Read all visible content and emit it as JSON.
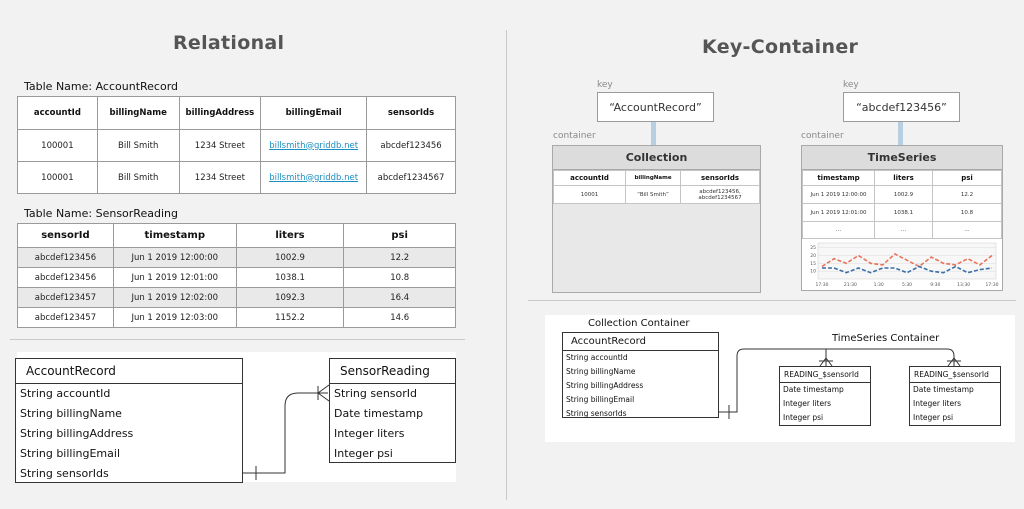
{
  "relational": {
    "title": "Relational",
    "account_caption": "Table Name: AccountRecord",
    "account_table": {
      "headers": [
        "accountId",
        "billingName",
        "billingAddress",
        "billingEmail",
        "sensorIds"
      ],
      "rows": [
        [
          "100001",
          "Bill Smith",
          "1234 Street",
          "billsmith@griddb.net",
          "abcdef123456"
        ],
        [
          "100001",
          "Bill Smith",
          "1234 Street",
          "billsmith@griddb.net",
          "abcdef1234567"
        ]
      ]
    },
    "sensor_caption": "Table Name: SensorReading",
    "sensor_table": {
      "headers": [
        "sensorId",
        "timestamp",
        "liters",
        "psi"
      ],
      "rows": [
        [
          "abcdef123456",
          "Jun 1 2019 12:00:00",
          "1002.9",
          "12.2"
        ],
        [
          "abcdef123456",
          "Jun 1 2019 12:01:00",
          "1038.1",
          "10.8"
        ],
        [
          "abcdef123457",
          "Jun 1 2019 12:02:00",
          "1092.3",
          "16.4"
        ],
        [
          "abcdef123457",
          "Jun 1 2019 12:03:00",
          "1152.2",
          "14.6"
        ]
      ]
    },
    "erd": {
      "account": {
        "name": "AccountRecord",
        "fields": [
          "String accountId",
          "String billingName",
          "String billingAddress",
          "String billingEmail",
          "String sensorIds"
        ]
      },
      "sensor": {
        "name": "SensorReading",
        "fields": [
          "String sensorId",
          "Date timestamp",
          "Integer liters",
          "Integer psi"
        ]
      }
    }
  },
  "keycontainer": {
    "title": "Key-Container",
    "key_label": "key",
    "container_label": "container",
    "collection": {
      "key": "“AccountRecord”",
      "title": "Collection",
      "headers": [
        "accountId",
        "billingName",
        "sensorIds"
      ],
      "rows": [
        [
          "10001",
          "“Bill Smith”",
          "abcdef123456, abcdef1234567"
        ]
      ]
    },
    "timeseries": {
      "key": "“abcdef123456”",
      "title": "TimeSeries",
      "headers": [
        "timestamp",
        "liters",
        "psi"
      ],
      "rows": [
        [
          "Jun 1 2019 12:00:00",
          "1002.9",
          "12.2"
        ],
        [
          "Jun 1 2019 12:01:00",
          "1038.1",
          "10.8"
        ],
        [
          "...",
          "...",
          "..."
        ]
      ],
      "chart_data": {
        "type": "line",
        "title": "",
        "xlabel": "",
        "ylabel": "",
        "x": [
          "17:30",
          "21:30",
          "1:30",
          "5:30",
          "9:30",
          "13:30",
          "17:30"
        ],
        "yticks": [
          10,
          15,
          20,
          25
        ],
        "ylim": [
          5,
          28
        ],
        "series": [
          {
            "color": "#e8735a",
            "values": [
              13,
              18,
              15,
              20,
              15,
              14,
              21,
              17,
              13,
              19,
              15,
              14,
              18,
              14,
              20
            ]
          },
          {
            "color": "#3b6fa6",
            "values": [
              12,
              12,
              9,
              12,
              9,
              12,
              12,
              9,
              13,
              10,
              9,
              13,
              9,
              11,
              12
            ]
          }
        ]
      }
    },
    "containers": {
      "collection_title": "Collection Container",
      "timeseries_title": "TimeSeries Container",
      "account": {
        "name": "AccountRecord",
        "fields": [
          "String accountId",
          "String billingName",
          "String billingAddress",
          "String billingEmail",
          "String sensorIds"
        ]
      },
      "reading1": {
        "name": "READING_$sensorId",
        "fields": [
          "Date timestamp",
          "Integer liters",
          "Integer psi"
        ]
      },
      "reading2": {
        "name": "READING_$sensorId",
        "fields": [
          "Date timestamp",
          "Integer liters",
          "Integer psi"
        ]
      }
    }
  }
}
